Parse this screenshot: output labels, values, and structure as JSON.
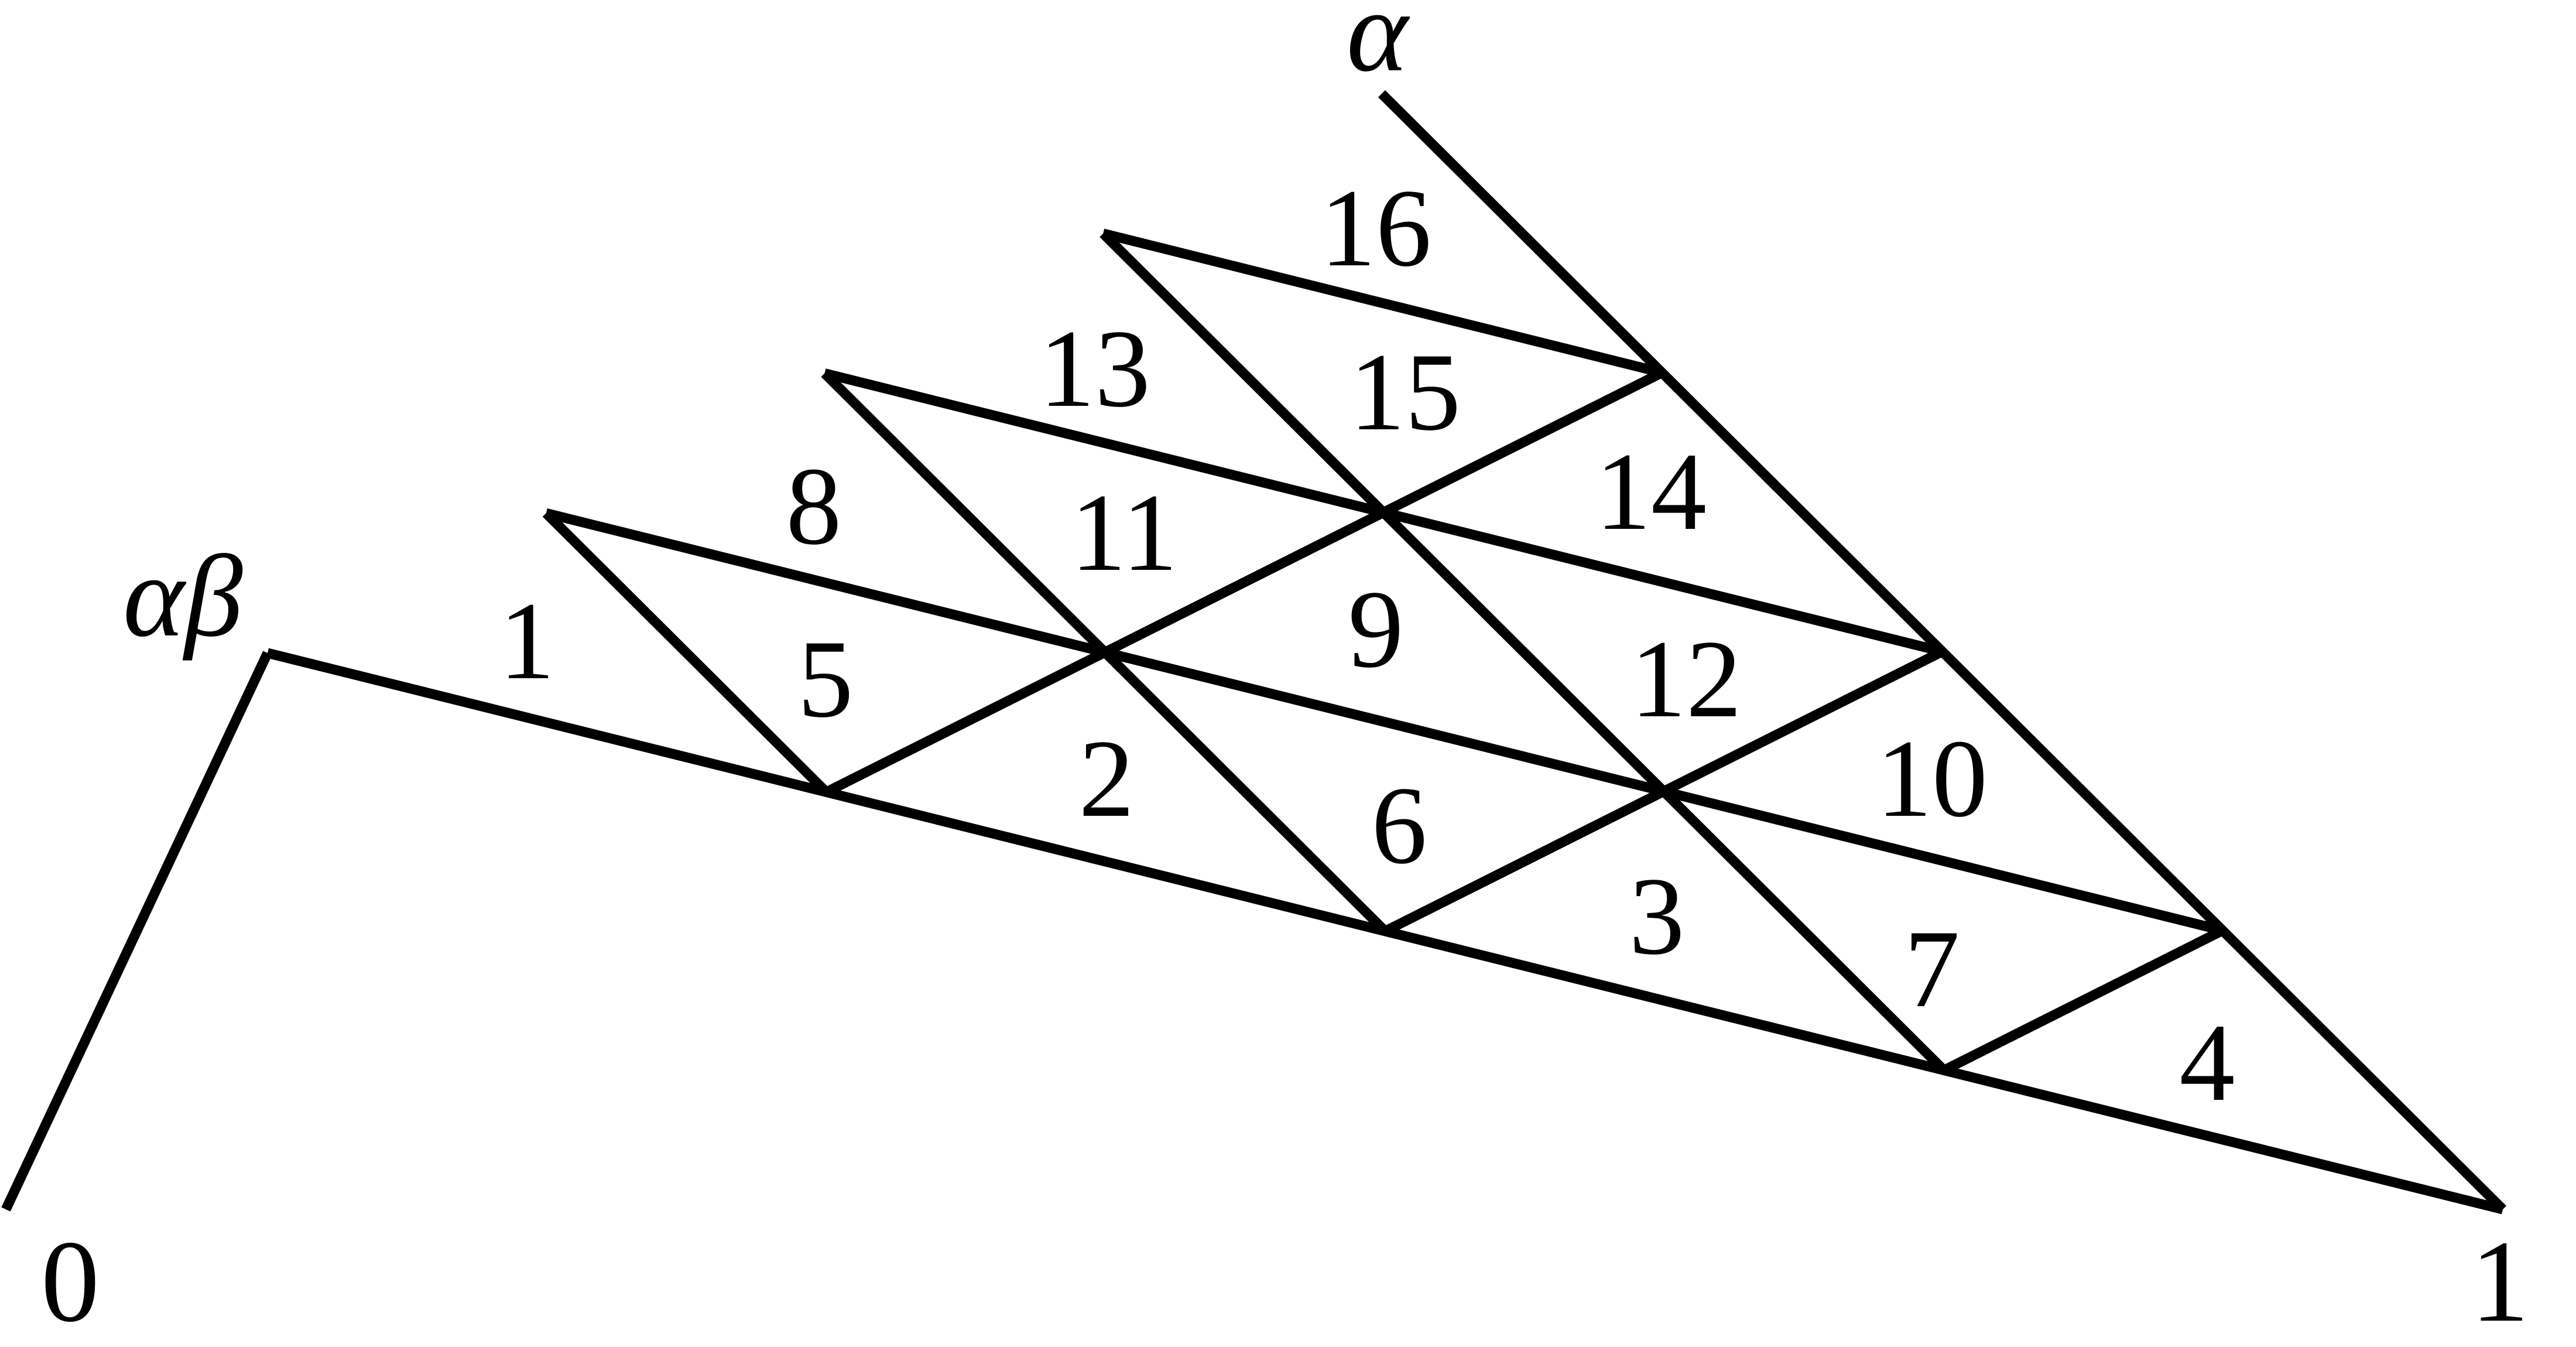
{
  "diagram": {
    "vertex_labels": {
      "origin": "0",
      "one": "1",
      "alpha_beta": "αβ",
      "alpha": "α"
    },
    "triangle_labels": [
      "1",
      "2",
      "3",
      "4",
      "5",
      "6",
      "7",
      "8",
      "9",
      "10",
      "11",
      "12",
      "13",
      "14",
      "15",
      "16"
    ],
    "colors": {
      "stroke": "#000000",
      "background": "#ffffff"
    }
  }
}
